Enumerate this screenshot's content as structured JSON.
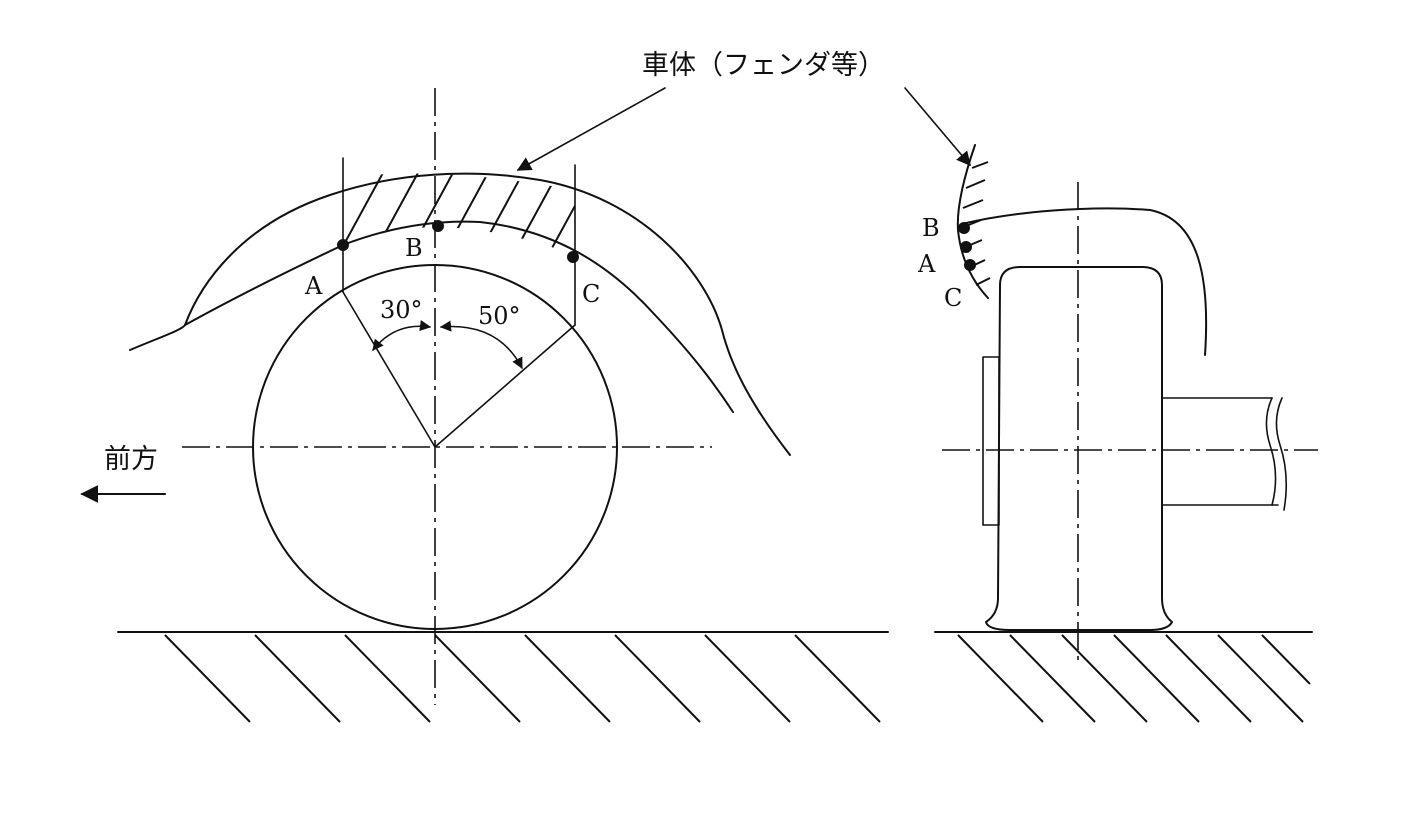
{
  "labels": {
    "body_label": "車体（フェンダ等）",
    "front_label": "前方",
    "point_a": "A",
    "point_b": "B",
    "point_c": "C",
    "angle_left": "30°",
    "angle_right": "50°"
  },
  "colors": {
    "ink": "#111111",
    "background": "#ffffff"
  }
}
